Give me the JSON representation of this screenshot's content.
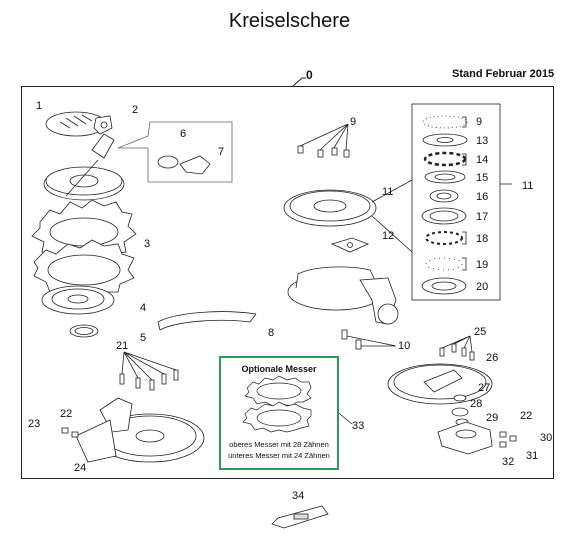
{
  "title": "Kreiselschere",
  "stand": "Stand Februar 2015",
  "assembly_number": "0",
  "callouts": [
    "1",
    "2",
    "3",
    "4",
    "5",
    "6",
    "7",
    "8",
    "9",
    "10",
    "11",
    "12",
    "13",
    "14",
    "15",
    "16",
    "17",
    "18",
    "19",
    "20",
    "21",
    "22",
    "23",
    "24",
    "25",
    "26",
    "27",
    "28",
    "29",
    "30",
    "31",
    "32",
    "33",
    "34"
  ],
  "inset_callouts": {
    "n9": "9",
    "n13": "13",
    "n14": "14",
    "n15": "15",
    "n16": "16",
    "n17": "17",
    "n18": "18",
    "n19": "19",
    "n20": "20"
  },
  "optional_box": {
    "title": "Optionale Messer",
    "line1": "oberes Messer mit 28 Zähnen",
    "line2": "unteres Messer mit 24 Zähnen"
  }
}
